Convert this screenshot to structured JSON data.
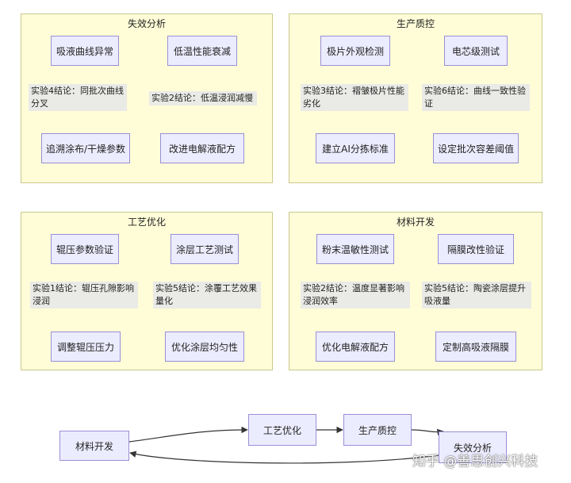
{
  "panels": {
    "failure": {
      "title": "失效分析",
      "node_a_top": "吸液曲线异常",
      "label_a": "实验4结论：同批次曲线分叉",
      "node_a_bottom": "追溯涂布/干燥参数",
      "node_b_top": "低温性能衰减",
      "label_b": "实验2结论：低温浸润减慢",
      "node_b_bottom": "改进电解液配方"
    },
    "quality": {
      "title": "生产质控",
      "node_a_top": "极片外观检测",
      "label_a": "实验3结论：褶皱极片性能劣化",
      "node_a_bottom": "建立AI分拣标准",
      "node_b_top": "电芯级测试",
      "label_b": "实验6结论：曲线一致性验证",
      "node_b_bottom": "设定批次容差阈值"
    },
    "process": {
      "title": "工艺优化",
      "node_a_top": "辊压参数验证",
      "label_a": "实验1结论：辊压孔隙影响浸润",
      "node_a_bottom": "调整辊压压力",
      "node_b_top": "涂层工艺测试",
      "label_b": "实验5结论：涂覆工艺效果量化",
      "node_b_bottom": "优化涂层均匀性"
    },
    "material": {
      "title": "材料开发",
      "node_a_top": "粉末温敏性测试",
      "label_a": "实验2结论：温度显著影响浸润效率",
      "node_a_bottom": "优化电解液配方",
      "node_b_top": "隔膜改性验证",
      "label_b": "实验5结论：陶瓷涂层提升吸液量",
      "node_b_bottom": "定制高吸液隔膜"
    }
  },
  "flow": {
    "material": "材料开发",
    "process": "工艺优化",
    "quality": "生产质控",
    "failure": "失效分析"
  },
  "watermark": "知乎 @善思创兴科技",
  "colors": {
    "panel_fill": "#fffdd8",
    "panel_border": "#c9c98a",
    "node_fill": "#ececff",
    "node_border": "#9a8fd6",
    "edge": "#333333",
    "edge_label_bg": "#e8e8e8"
  }
}
